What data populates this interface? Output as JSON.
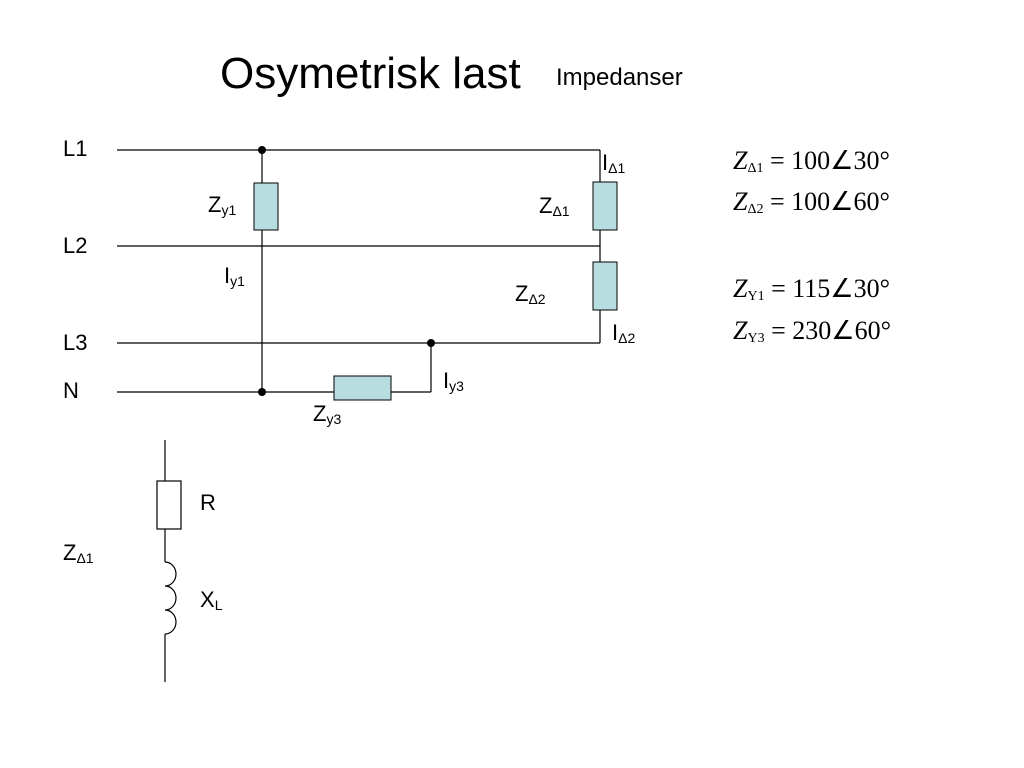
{
  "title": "Osymetrisk last",
  "subtitle": "Impedanser",
  "lines": {
    "l1": "L1",
    "l2": "L2",
    "l3": "L3",
    "n": "N"
  },
  "labels": {
    "zy1": {
      "main": "Z",
      "sub": "y1"
    },
    "iy1": {
      "main": "I",
      "sub": "y1"
    },
    "zd1": {
      "main": "Z",
      "sub": "Δ1"
    },
    "id1": {
      "main": "I",
      "sub": "Δ1"
    },
    "zd2": {
      "main": "Z",
      "sub": "Δ2"
    },
    "id2": {
      "main": "I",
      "sub": "Δ2"
    },
    "iy3": {
      "main": "I",
      "sub": "y3"
    },
    "zy3": {
      "main": "Z",
      "sub": "y3"
    },
    "detail_z": {
      "main": "Z",
      "sub": "Δ1"
    },
    "r": "R",
    "xl": {
      "main": "X",
      "sub": "L"
    }
  },
  "equations": [
    {
      "sym": "Z",
      "sub": "Δ1",
      "rhs": "= 100∠30°"
    },
    {
      "sym": "Z",
      "sub": "Δ2",
      "rhs": "= 100∠60°"
    },
    {
      "sym": "Z",
      "sub": "Y1",
      "rhs": "= 115∠30°"
    },
    {
      "sym": "Z",
      "sub": "Y3",
      "rhs": "= 230∠60°"
    }
  ],
  "colors": {
    "resistor_fill": "#b7dde0",
    "wire": "#000000"
  }
}
